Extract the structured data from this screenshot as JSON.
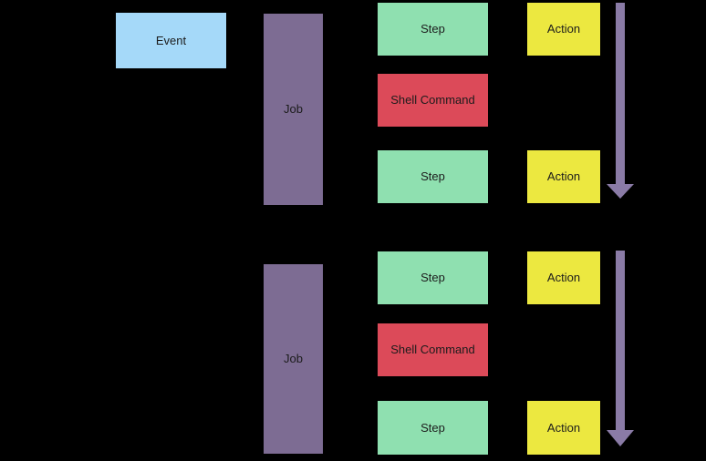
{
  "event": {
    "label": "Event"
  },
  "groups": [
    {
      "job": {
        "label": "Job"
      },
      "steps": [
        {
          "kind": "step",
          "label": "Step"
        },
        {
          "kind": "shell",
          "label": "Shell Command"
        },
        {
          "kind": "step",
          "label": "Step"
        }
      ],
      "actions": [
        {
          "label": "Action"
        },
        {
          "label": "Action"
        }
      ]
    },
    {
      "job": {
        "label": "Job"
      },
      "steps": [
        {
          "kind": "step",
          "label": "Step"
        },
        {
          "kind": "shell",
          "label": "Shell Command"
        },
        {
          "kind": "step",
          "label": "Step"
        }
      ],
      "actions": [
        {
          "label": "Action"
        },
        {
          "label": "Action"
        }
      ]
    }
  ],
  "palette": {
    "background": "#000000",
    "event_fill": "#a5d9f9",
    "job_fill": "#7d6c93",
    "step_fill": "#8fe0b0",
    "shell_fill": "#dc4a59",
    "action_fill": "#ece840",
    "arrow_fill": "#8a7ba6",
    "text": "#1c1c1c"
  }
}
